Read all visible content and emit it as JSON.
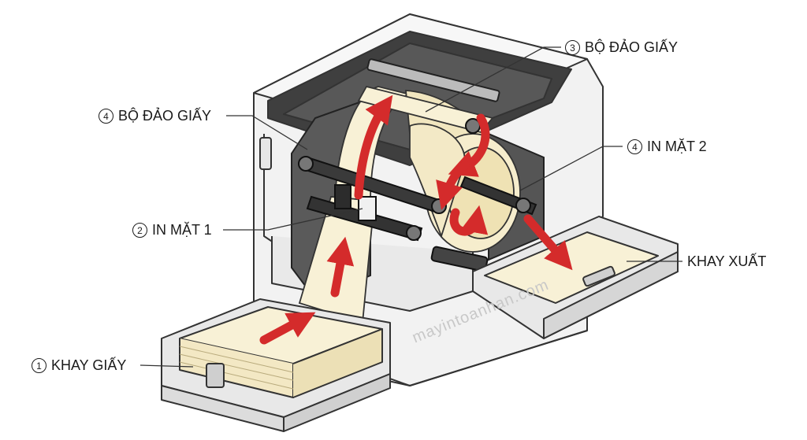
{
  "labels": {
    "tray": {
      "number": "1",
      "text": "KHAY GIẤY"
    },
    "print_side_1": {
      "number": "2",
      "text": "IN MẶT 1"
    },
    "reverser_top": {
      "number": "3",
      "text": "BỘ ĐẢO GIẤY"
    },
    "reverser_left": {
      "number": "4",
      "text": "BỘ ĐẢO GIẤY"
    },
    "print_side_2": {
      "number": "4",
      "text": "IN MẶT 2"
    },
    "output_tray": {
      "text": "KHAY XUẤT"
    }
  },
  "watermark": "mayintoanhan.com",
  "colors": {
    "arrow": "#d42b2b",
    "paper": "#f8f1d6",
    "body": "#f2f2f2",
    "outline": "#333333"
  }
}
